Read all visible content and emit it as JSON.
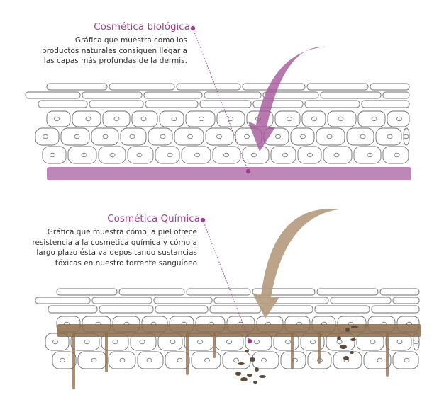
{
  "colors": {
    "accent": "#9c3f8a",
    "bio_band": "#b273ac",
    "chem_band": "#8b6a48",
    "chem_arrow": "#b49a7c",
    "text": "#333333",
    "cell_outline": "#6e6e6e"
  },
  "biological": {
    "title": "Cosmética biológica",
    "description_lines": [
      "Gráfica que muestra como los",
      "productos naturales consiguen llegar a",
      "las capas más profundas de la dermis."
    ],
    "icon": "arrow-down-icon"
  },
  "chemical": {
    "title": "Cosmética Química",
    "description_lines": [
      "Gráfica que muestra cómo la piel ofrece",
      "resistencia a la cosmética química y cómo a",
      "largo plazo ésta va depositando sustancias",
      "tóxicas en nuestro torrente sanguíneo"
    ],
    "icon": "arrow-down-icon"
  }
}
